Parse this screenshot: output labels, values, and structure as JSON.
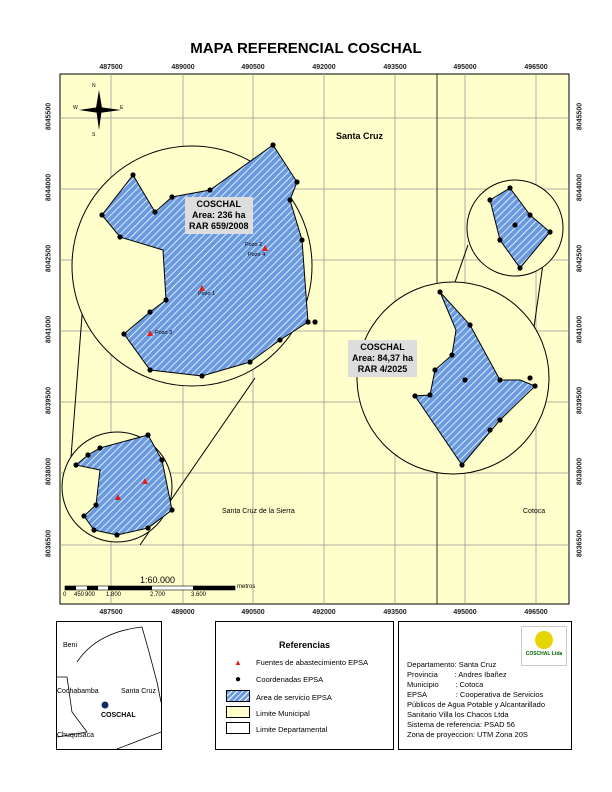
{
  "title": "MAPA REFERENCIAL COSCHAL",
  "x_ticks": [
    "487500",
    "489000",
    "490500",
    "492000",
    "493500",
    "495000",
    "496500"
  ],
  "y_ticks": [
    "8045500",
    "8044000",
    "8042500",
    "8041000",
    "8039500",
    "8038000",
    "8036500"
  ],
  "map_labels": {
    "santa_cruz": "Santa Cruz",
    "santa_cruz_sierra": "Santa Cruz de la Sierra",
    "cotoca": "Cotoca"
  },
  "callout1": {
    "l1": "COSCHAL",
    "l2": "Area: 236 ha",
    "l3": "RAR 659/2008"
  },
  "callout2": {
    "l1": "COSCHAL",
    "l2": "Area: 84,37 ha",
    "l3": "RAR 4/2025"
  },
  "wells": [
    "Pozo 1",
    "Pozo 2",
    "Pozo 3",
    "Pozo 4"
  ],
  "compass": {
    "n": "N",
    "s": "S",
    "e": "E",
    "w": "W"
  },
  "scale": {
    "ratio": "1:60.000",
    "unit": "metros",
    "labels": [
      "0",
      "450",
      "900",
      "1.800",
      "2.700",
      "3.600"
    ]
  },
  "inset": {
    "beni": "Beni",
    "cochabamba": "Cochabamba",
    "santa_cruz": "Santa Cruz",
    "chuquisaca": "Chuquisaca",
    "point": "COSCHAL"
  },
  "legend": {
    "title": "Referencias",
    "items": [
      "Fuentes de abastecimiento EPSA",
      "Coordenadas EPSA",
      "Area de servicio EPSA",
      "Limite Municipal",
      "Limite Departamental"
    ]
  },
  "info": {
    "lines": [
      "Departamento: Santa Cruz",
      "Provincia        : Andres Ibañez",
      "Municipio        : Cotoca",
      "EPSA              : Cooperativa de Servicios",
      "Públicos de Agua Potable y Alcantarillado",
      "Sanitario Villa los Chacos Ltda"
    ],
    "ref": "Sistema de referencia: PSAD 56",
    "zone": "Zona de proyeccion: UTM Zona 20S",
    "logo_text": "COSCHAL Ltda"
  },
  "colors": {
    "map_bg": "#ffffcc",
    "polygon": "#6a9be0",
    "well": "#e0201a"
  }
}
